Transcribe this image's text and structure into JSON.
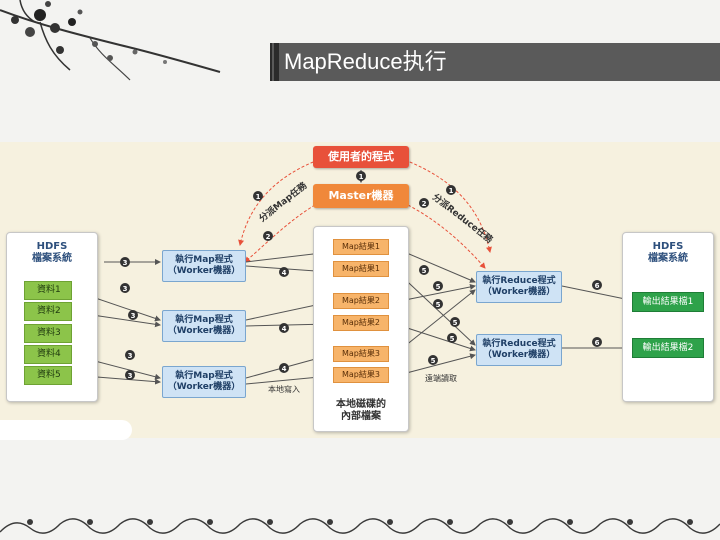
{
  "header": {
    "title": "MapReduce执行"
  },
  "diagram": {
    "user_program": "使用者的程式",
    "master": "Master機器",
    "hdfs_in": {
      "title": "HDFS\n檔案系統",
      "files": [
        "資料1",
        "資料2",
        "資料3",
        "資料4",
        "資料5"
      ]
    },
    "map_tasks": [
      "執行Map程式\n（Worker機器）",
      "執行Map程式\n（Worker機器）",
      "執行Map程式\n（Worker機器）"
    ],
    "map_results": [
      "Map結果1",
      "Map結果1",
      "Map結果2",
      "Map結果2",
      "Map結果3",
      "Map結果3"
    ],
    "local_disk": "本地磁碟的\n內部檔案",
    "reduce_tasks": [
      "執行Reduce程式\n（Worker機器）",
      "執行Reduce程式\n（Worker機器）"
    ],
    "hdfs_out": {
      "title": "HDFS\n檔案系統",
      "files": [
        "輸出結果檔1",
        "輸出結果檔2"
      ]
    },
    "labels": {
      "assign_map": "分派Map任務",
      "assign_reduce": "分派Reduce任務",
      "local_write": "本地寫入",
      "remote_read": "遠端讀取"
    },
    "step_numbers": [
      "1",
      "2",
      "3",
      "4",
      "5",
      "6"
    ]
  },
  "colors": {
    "title_bar": "#5a5a5a",
    "panel": "#f6f1df",
    "accent_red": "#e8513a",
    "accent_orange": "#f0883a",
    "map_blue": "#cfe3f5",
    "data_green": "#8cc44a",
    "output_green": "#2ea24a"
  }
}
